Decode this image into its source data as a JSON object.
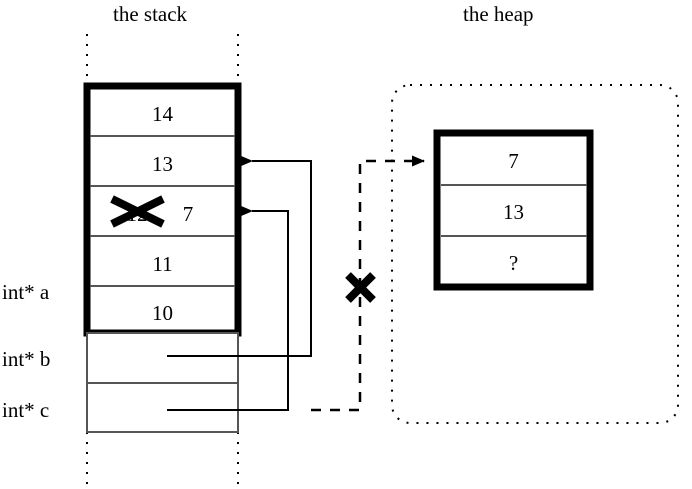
{
  "titles": {
    "stack": "the stack",
    "heap": "the heap"
  },
  "stack": {
    "cells": [
      {
        "value": "14",
        "struck": false
      },
      {
        "value": "13",
        "struck": false
      },
      {
        "value": "12",
        "struck": true,
        "replacement": "7"
      },
      {
        "value": "11",
        "struck": false
      },
      {
        "value": "10",
        "struck": false
      }
    ],
    "pointers": [
      {
        "label": "int* a",
        "target": "stack-cell-10"
      },
      {
        "label": "int* b",
        "target": "stack-cell-13"
      },
      {
        "label": "int* c",
        "target": "heap-cell-7"
      }
    ]
  },
  "heap": {
    "cells": [
      {
        "value": "7"
      },
      {
        "value": "13"
      },
      {
        "value": "?"
      }
    ]
  },
  "annotations": {
    "invalid_link_mark": "✕",
    "struck_value_mark": "✕"
  },
  "colors": {
    "ink": "#000000",
    "rule": "#555555",
    "background": "#ffffff"
  }
}
